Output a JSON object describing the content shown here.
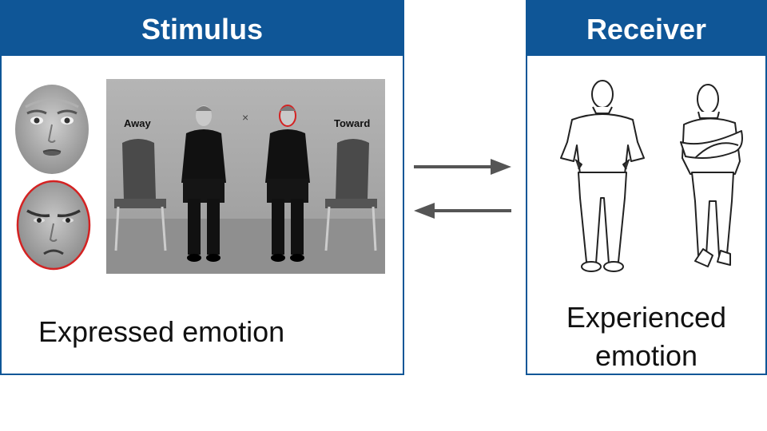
{
  "stimulus": {
    "title": "Stimulus",
    "caption": "Expressed emotion",
    "photo": {
      "label_left": "Away",
      "label_right": "Toward",
      "center_mark": "×"
    },
    "faces": [
      "fearful-face",
      "angry-face"
    ]
  },
  "receiver": {
    "title": "Receiver",
    "caption_line1": "Experienced",
    "caption_line2": "emotion",
    "figures": [
      "hands-on-hips-figure",
      "arms-crossed-figure"
    ]
  },
  "colors": {
    "header": "#0f5697",
    "highlight": "#d42222",
    "arrow": "#555555"
  }
}
